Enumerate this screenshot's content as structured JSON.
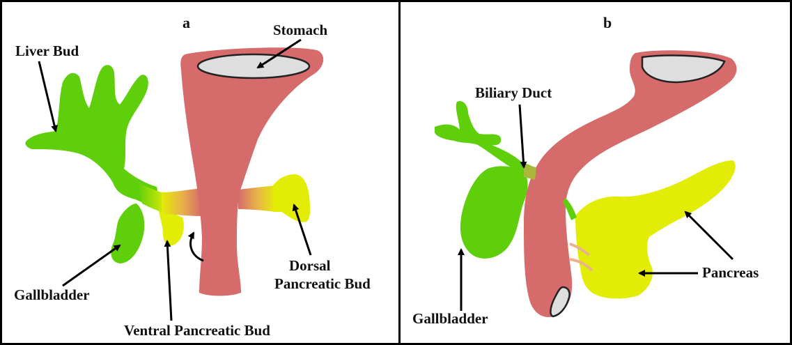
{
  "colors": {
    "liver_green": "#5fcf0c",
    "pancreas_yellow": "#e2ec05",
    "stomach_red": "#d56b6b",
    "lumen_gray": "#dedede",
    "frame": "#000000"
  },
  "panel_a": {
    "letter": "a",
    "stomach": "Stomach",
    "liver_bud": "Liver Bud",
    "gallbladder": "Gallbladder",
    "dorsal_line1": "Dorsal",
    "dorsal_line2": "Pancreatic Bud",
    "ventral": "Ventral Pancreatic Bud"
  },
  "panel_b": {
    "letter": "b",
    "biliary_duct": "Biliary Duct",
    "gallbladder": "Gallbladder",
    "pancreas": "Pancreas"
  }
}
